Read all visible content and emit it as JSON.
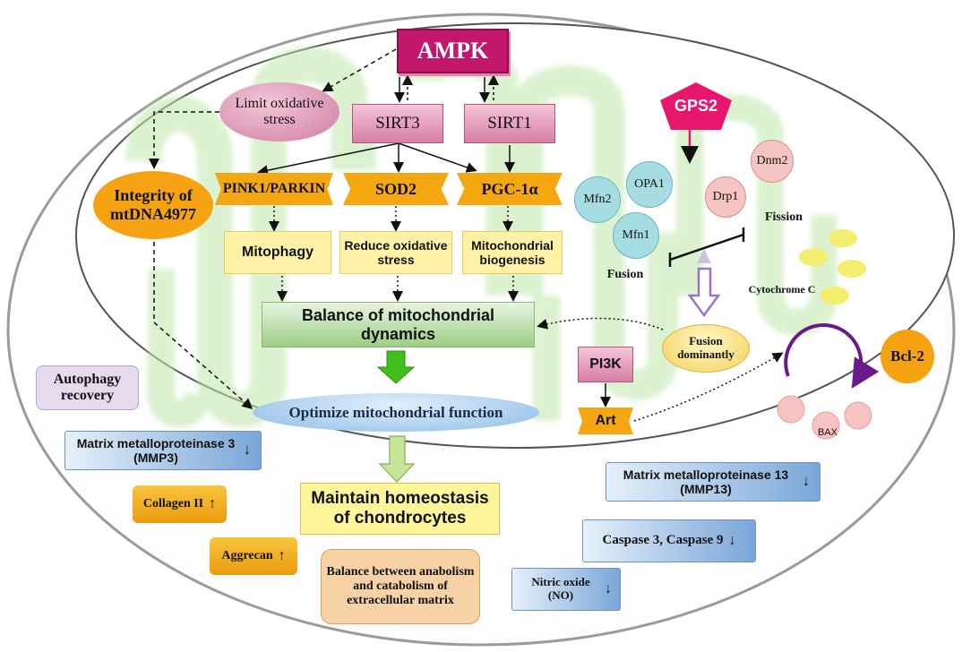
{
  "nodes": {
    "ampk": "AMPK",
    "sirt3": "SIRT3",
    "sirt1": "SIRT1",
    "limit_oxidative_stress": "Limit oxidative stress",
    "integrity": "Integrity of mtDNA4977",
    "pink1_parkin": "PINK1/PARKIN",
    "sod2": "SOD2",
    "pgc1a": "PGC-1α",
    "mitophagy": "Mitophagy",
    "reduce_oxidative_stress": "Reduce oxidative stress",
    "mito_biogenesis": "Mitochondrial biogenesis",
    "balance_dynamics": "Balance of mitochondrial dynamics",
    "optimize_function": "Optimize mitochondrial function",
    "maintain_homeostasis": "Maintain homeostasis of chondrocytes",
    "balance_anabolism": "Balance between anabolism and catabolism of extracellular matrix",
    "autophagy_recovery": "Autophagy recovery",
    "gps2": "GPS2",
    "mfn2": "Mfn2",
    "opa1": "OPA1",
    "mfn1": "Mfn1",
    "drp1": "Drp1",
    "dnm2": "Dnm2",
    "fission": "Fission",
    "fusion": "Fusion",
    "cytochrome_c": "Cytochrome C",
    "fusion_dominantly": "Fusion dominantly",
    "pi3k": "PI3K",
    "art": "Art",
    "bcl2": "Bcl-2",
    "bax": "BAX",
    "mmp3": "Matrix metalloproteinase 3 (MMP3)",
    "collagen_ii": "Collagen II",
    "aggrecan": "Aggrecan",
    "mmp13": "Matrix metalloproteinase 13 (MMP13)",
    "caspase": "Caspase 3, Caspase 9",
    "nitric_oxide": "Nitric oxide (NO)"
  },
  "colors": {
    "ampk": "#c2176c",
    "sirt": "#e2a0bf",
    "orange": "#f5a711",
    "yellow_box": "#fff2a6",
    "balance_green": "#9ccd86",
    "optimize_blue": "#8dbde6",
    "mitochondrion_green": "#d7f0c8",
    "gps2": "#e8166e"
  },
  "icons": {
    "up_arrow": "up-arrow-icon",
    "down_arrow": "down-arrow-icon"
  }
}
